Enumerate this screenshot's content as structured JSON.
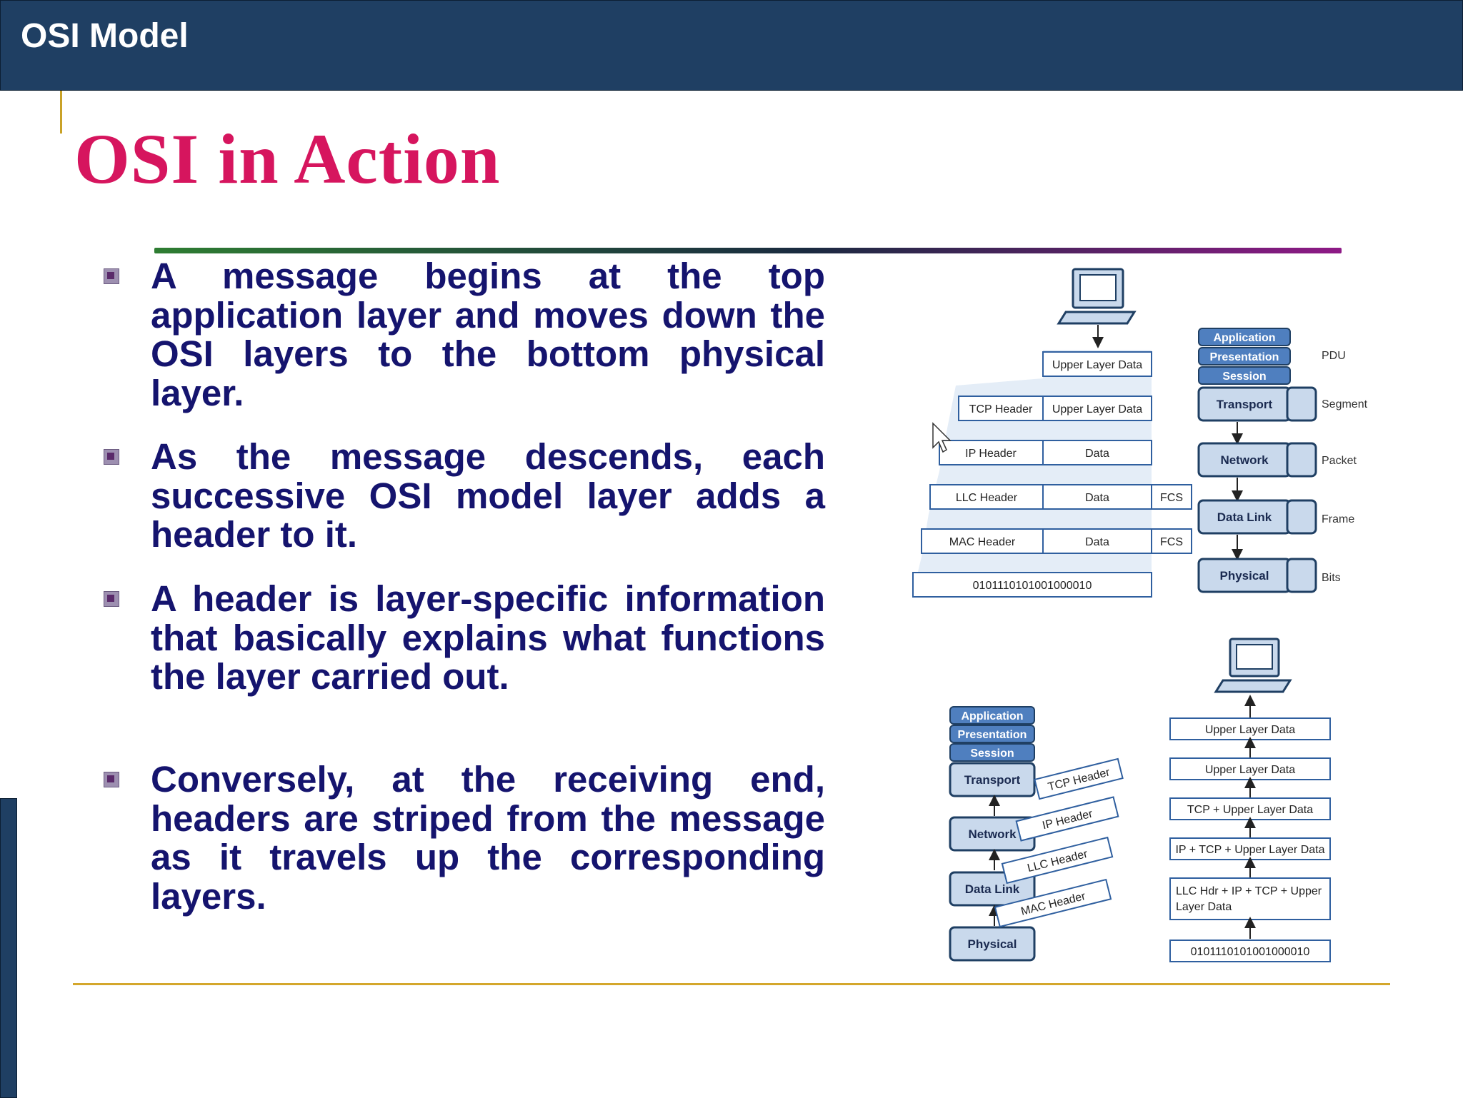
{
  "header": {
    "section_title": "OSI Model"
  },
  "slide": {
    "title": "OSI in Action"
  },
  "bullets": [
    "A message begins at the top application layer and moves down the OSI layers to the bottom physical layer.",
    "As the message descends, each successive OSI model layer adds a header to it.",
    "A header is layer-specific information that basically explains what functions the layer carried out.",
    "Conversely, at the receiving end, headers are striped from the message as it travels up the corresponding layers."
  ],
  "encapsulation_diagram": {
    "rows": [
      {
        "cells": [
          "Upper Layer Data"
        ]
      },
      {
        "cells": [
          "TCP Header",
          "Upper Layer Data"
        ]
      },
      {
        "cells": [
          "IP Header",
          "Data"
        ]
      },
      {
        "cells": [
          "LLC Header",
          "Data",
          "FCS"
        ]
      },
      {
        "cells": [
          "MAC Header",
          "Data",
          "FCS"
        ]
      },
      {
        "cells": [
          "0101110101001000010"
        ]
      }
    ],
    "upper_layers": [
      "Application",
      "Presentation",
      "Session"
    ],
    "layers": [
      "Transport",
      "Network",
      "Data Link",
      "Physical"
    ],
    "pdu_header": "PDU",
    "pdu_labels": [
      "Segment",
      "Packet",
      "Frame",
      "Bits"
    ]
  },
  "decapsulation_diagram": {
    "upper_layers": [
      "Application",
      "Presentation",
      "Session"
    ],
    "layers": [
      "Transport",
      "Network",
      "Data Link",
      "Physical"
    ],
    "stripped_headers": [
      "TCP Header",
      "IP Header",
      "LLC Header",
      "MAC Header"
    ],
    "data_boxes": [
      "Upper Layer Data",
      "Upper Layer Data",
      "TCP + Upper Layer Data",
      "IP + TCP + Upper Layer Data",
      "LLC Hdr + IP + TCP + Upper",
      "Layer Data",
      "0101110101001000010"
    ]
  },
  "colors": {
    "header_bar": "#1f3f63",
    "title": "#d6155e",
    "bullet_text": "#15146e",
    "rule_gold": "#d4a72c",
    "layer_fill": "#c9d9ec",
    "layer_upper_fill": "#4f7fbf"
  }
}
